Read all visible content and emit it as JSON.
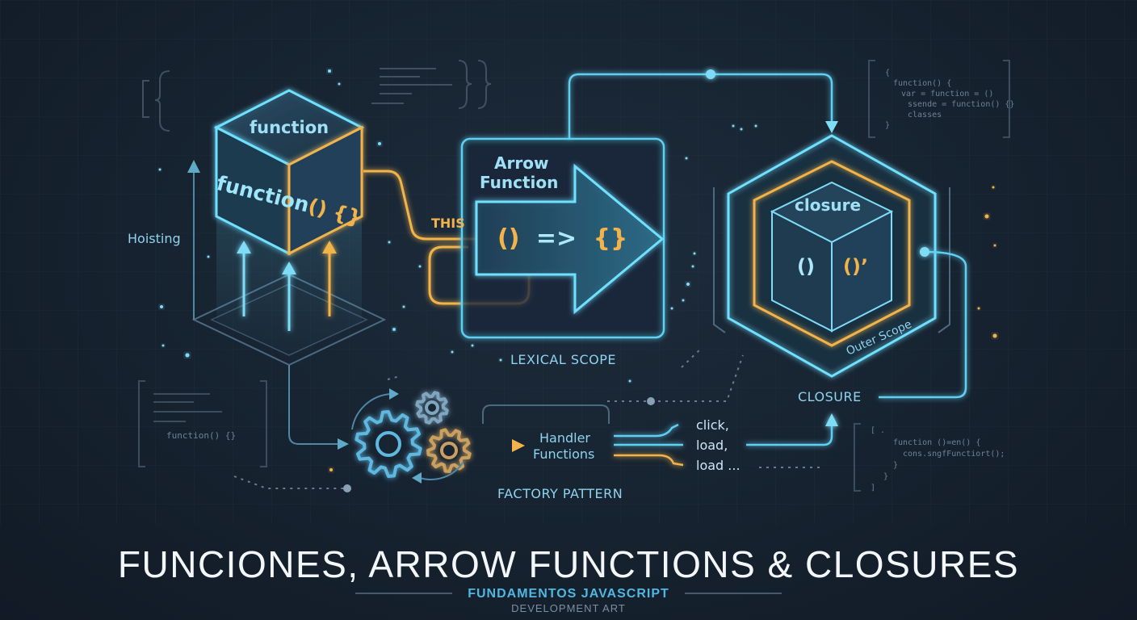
{
  "title": "FUNCIONES, ARROW FUNCTIONS & CLOSURES",
  "subtitle": "FUNDAMENTOS JAVASCRIPT",
  "tagline": "DEVELOPMENT ART",
  "function_cube": {
    "top_label": "function",
    "front_label": "function",
    "front_parens": "() {}",
    "side_label": "Hoisting"
  },
  "arrow": {
    "title_line1": "Arrow",
    "title_line2": "Function",
    "this_label": "THIS",
    "expr_parens": "()",
    "expr_arrow": "=>",
    "expr_braces": "{}",
    "scope_label": "LEXICAL SCOPE"
  },
  "closure_cube": {
    "top_label": "closure",
    "face_left": "()",
    "face_right": "()’",
    "outer_label": "Outer Scope",
    "bottom_label": "CLOSURE"
  },
  "factory": {
    "handler_line1": "Handler",
    "handler_line2": "Functions",
    "label": "FACTORY PATTERN",
    "events": [
      "click,",
      "load,",
      "load ..."
    ]
  },
  "code_snippets": {
    "bottom_left": "function() {}",
    "top_right": [
      "{",
      "function() {",
      "var =  function = ()",
      "ssende = function() {}",
      "classes",
      "}"
    ],
    "bottom_right": [
      "[  .",
      "function ()=en() {",
      "cons.sngfFunctiort();",
      "}",
      "}",
      "]"
    ]
  },
  "colors": {
    "cyan": "#5fd0f2",
    "amber": "#f2b34c",
    "background": "#16222f"
  }
}
